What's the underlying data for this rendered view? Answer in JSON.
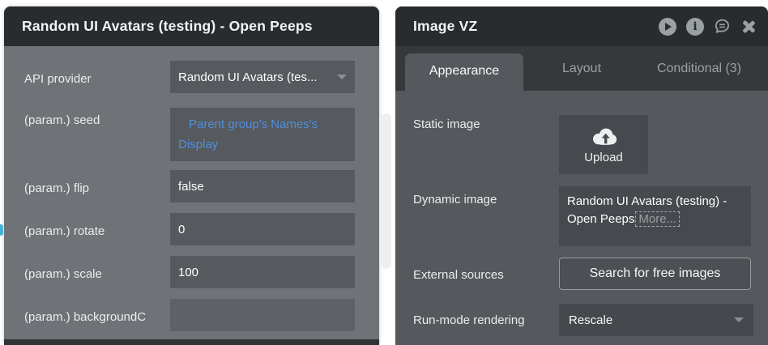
{
  "colors": {
    "header-bg": "#282c2f",
    "left-body": "#6f7276",
    "field-dark": "#56595d",
    "accent-blue": "#4f90dc",
    "tabbar-bg": "#35393c",
    "right-body": "#55585c",
    "right-field": "#46494d",
    "muted": "#9ba0a3"
  },
  "left_panel": {
    "title": "Random UI Avatars (testing) - Open Peeps",
    "fields": [
      {
        "label": "API provider",
        "value": "Random UI Avatars (tes...",
        "type": "dropdown"
      },
      {
        "label": "(param.) seed",
        "value": "Parent group's Names's Display",
        "type": "expression"
      },
      {
        "label": "(param.) flip",
        "value": "false",
        "type": "input"
      },
      {
        "label": "(param.) rotate",
        "value": "0",
        "type": "input"
      },
      {
        "label": "(param.) scale",
        "value": "100",
        "type": "input"
      },
      {
        "label": "(param.) backgroundC",
        "value": "",
        "type": "input"
      }
    ]
  },
  "right_panel": {
    "title": "Image VZ",
    "header_icons": [
      "play-icon",
      "info-icon",
      "comment-icon",
      "close-icon"
    ],
    "tabs": [
      {
        "label": "Appearance",
        "active": true
      },
      {
        "label": "Layout",
        "active": false
      },
      {
        "label": "Conditional (3)",
        "active": false
      }
    ],
    "static_image": {
      "label": "Static image",
      "upload_label": "Upload"
    },
    "dynamic_image": {
      "label": "Dynamic image",
      "value": "Random UI Avatars (testing) - Open Peeps",
      "more_label": "More..."
    },
    "external_sources": {
      "label": "External sources",
      "button_label": "Search for free images"
    },
    "run_mode": {
      "label": "Run-mode rendering",
      "value": "Rescale"
    }
  }
}
